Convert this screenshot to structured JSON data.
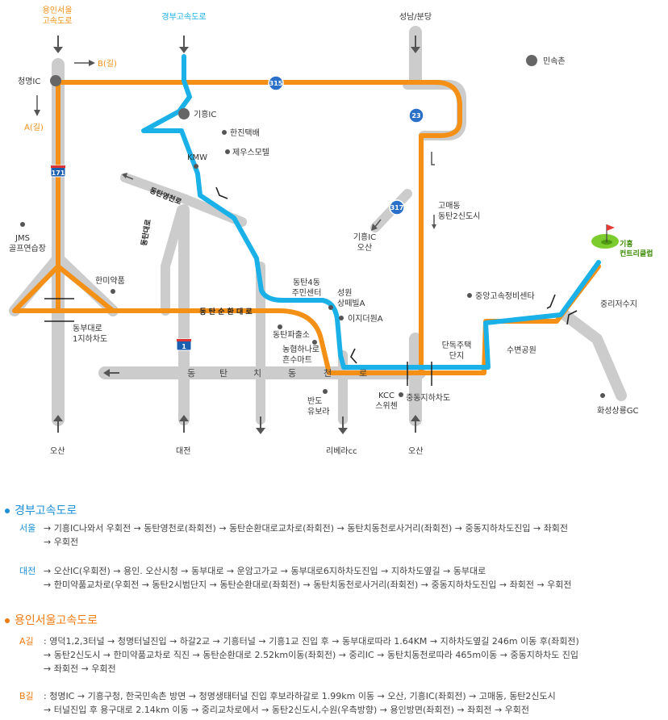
{
  "map": {
    "top_labels": {
      "yongin_seoul": [
        "용인서울",
        "고속도로"
      ],
      "gyeongbu": "경부고속도로",
      "seongnam": "성남/분당",
      "minsokchon": "민속촌"
    },
    "route_keys": {
      "b_road": "B(길)",
      "a_road": "A(길)"
    },
    "interchanges": {
      "cheongmyeong": "청명IC",
      "giheung": "기흥IC",
      "giheung_osan": [
        "기흥IC",
        "오산"
      ]
    },
    "shields": {
      "r315": "315",
      "r23": "23",
      "r317": "317",
      "r171": "171",
      "r1": "1"
    },
    "roads": {
      "dongtan_yeongcheon": "동탄영천로",
      "dongtan_daero": "동탄대로",
      "dongtan_sunhwan": "동 탄 순 환 대 로",
      "dongtan_chidong": [
        "동",
        "탄",
        "치",
        "동",
        "천",
        "로"
      ]
    },
    "places": {
      "hanjin": "한진택배",
      "jeju_motel": "제우스모텔",
      "kmw": "KMW",
      "gomaedong": [
        "고매동",
        "동탄2신도시"
      ],
      "jms": [
        "JMS",
        "골프연습장"
      ],
      "hanmi": "한미약품",
      "dongtan4": [
        "동탄4동",
        "주민센터"
      ],
      "seongwon": [
        "성원",
        "상떼빌A"
      ],
      "ijideo": "이지더원A",
      "police": "동탄파출소",
      "nonghyup": [
        "농협하나로",
        "흔수마트"
      ],
      "bando": [
        "반도",
        "유보라"
      ],
      "kcc": [
        "KCC",
        "스위첸"
      ],
      "jungdong": "중동지하차도",
      "dongbu_underpass": [
        "동부대로",
        "1지하차도"
      ],
      "central_repair": "중앙고속정비센타",
      "danok": [
        "단독주택",
        "단지"
      ],
      "suwon_park": "수변공원",
      "jungni_reservoir": "중리저수지",
      "hwaseong_gc": "화성상룡GC",
      "club": [
        "기흥",
        "컨트리클럽"
      ]
    },
    "bottom_labels": {
      "osan_left": "오산",
      "daejeon": "대전",
      "riviera": "리베라cc",
      "osan_right": "오산"
    },
    "colors": {
      "orange": "#f39015",
      "blue": "#1ab0e8",
      "gray": "#cccccc"
    }
  },
  "routes": {
    "gyeongbu": {
      "title": "경부고속도로",
      "seoul": {
        "key": "서울",
        "lines": [
          "→ 기흥IC나와서 우회전 → 동탄영천로(좌회전) → 동탄순환대로교차로(좌회전) → 동탄치동천로사거리(좌회전) → 중동지하차도진입 → 좌회전",
          "→ 우회전"
        ]
      },
      "daejeon": {
        "key": "대전",
        "lines": [
          "→ 오산IC(우회전) → 용인. 오산시청 → 동부대로 → 운암고가교 → 동부대로6지하차도진입 → 지하차도옆길 → 동부대로",
          "→ 한미약품교차로(우회전 → 동탄2시범단지 → 동탄순환대로(좌회전) → 동탄치동천로사거리(좌회전) → 중동지하차도진입 → 좌회전 → 우회전"
        ]
      }
    },
    "yongin": {
      "title": "용인서울고속도로",
      "a_road": {
        "key": "A길",
        "lines": [
          ": 영덕1,2,3터널 → 청명터널진입 → 하갈2교 → 기흥터널 → 기흥1교 진입 후 → 동부대로따라 1.64KM → 지하차도옆길 246m 이동 후(좌회전)",
          "→ 동탄2신도시 → 한미약품교차로 직진 → 동탄순환대로 2.52km이동(좌회전) → 중리IC → 동탄치동천로따라 465m이동 → 중동지하차도 진입",
          "→ 좌회전 → 우회전"
        ]
      },
      "b_road": {
        "key": "B길",
        "lines": [
          ": 청명IC → 기흥구청, 한국민속촌 방면 → 청명생태터널 진입 후보라하갈로 1.99km 이동 → 오산, 기흥IC(좌회전) → 고매동, 동탄2신도시",
          "→ 터널진입 후 용구대로 2.14km 이동 → 중리교차로에서 → 동탄2신도시,수원(우측방향) → 용인방면(좌회전) → 좌회전 → 우회전"
        ]
      }
    }
  }
}
